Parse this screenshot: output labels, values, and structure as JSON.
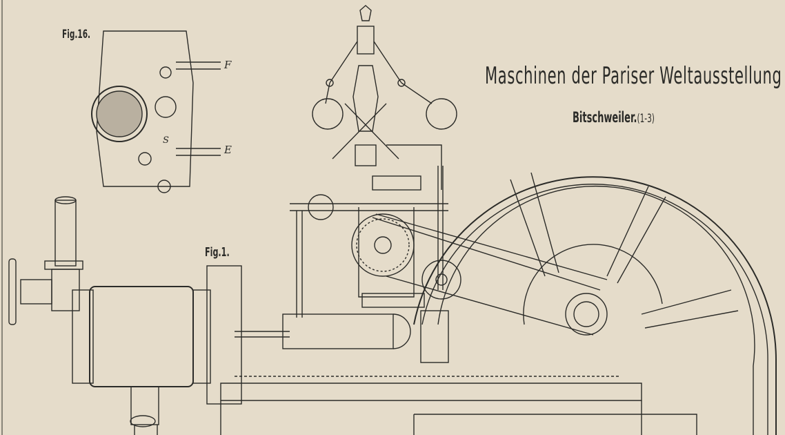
{
  "plate": {
    "title": "Maschinen der Pariser Weltausstellung",
    "subtitle": "Bitschweiler.",
    "subtitle_range": "(1-3)",
    "figures": [
      {
        "label": "Fig.16.",
        "letters": [
          "F",
          "S",
          "E"
        ]
      },
      {
        "label": "Fig.1."
      }
    ]
  },
  "colors": {
    "paper": "#e5dcca",
    "ink": "#2b2b28"
  }
}
